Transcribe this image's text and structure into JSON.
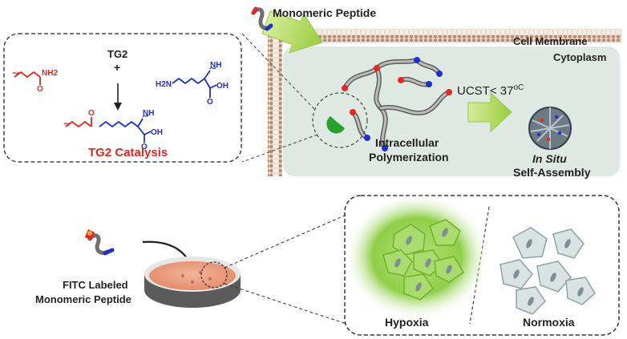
{
  "top_panel": {
    "monomer_label": "Monomeric Peptide",
    "membrane_label": "Cell Membrane",
    "cytoplasm_label": "Cytoplasm",
    "polymerization_label_line1": "Intracellular",
    "polymerization_label_line2": "Polymerization",
    "ucst_label": "UCST< 37",
    "ucst_unit": "oC",
    "insitu_label": "In Situ",
    "selfassembly_label": "Self-Assembly"
  },
  "catalysis_box": {
    "enzyme": "TG2",
    "plus": "+",
    "nh2_label": "NH2",
    "h2n_label": "H2N",
    "nh_label": "NH",
    "cooh_label": "OH",
    "o_label": "O",
    "catalysis_title": "TG2 Catalysis"
  },
  "bottom_panel": {
    "fitc_line1": "FITC Labeled",
    "fitc_line2": "Monomeric Peptide",
    "hypoxia_label": "Hypoxia",
    "normoxia_label": "Normoxia"
  },
  "colors": {
    "red": "#e8261f",
    "blue": "#1f2fd0",
    "green": "#93c83a",
    "cell_bg": "#dfeae6",
    "membrane": "#caa48e"
  }
}
